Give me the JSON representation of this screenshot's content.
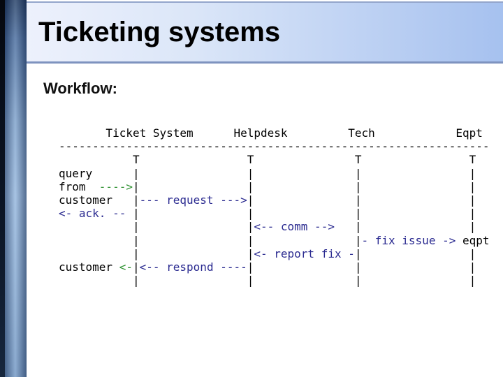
{
  "slide": {
    "title": "Ticketing systems",
    "section_heading": "Workflow:"
  },
  "colors": {
    "arrow_navy": "#2a2a90",
    "arrow_green": "#2f9232",
    "text_black": "#000000",
    "header_blue": "#a6c1ef",
    "bar_blue": "#7ba0cb"
  },
  "diagram": {
    "columns": [
      "Ticket System",
      "Helpdesk",
      "Tech",
      "Eqpt"
    ],
    "lines": [
      [
        {
          "t": "       Ticket System      Helpdesk         Tech            Eqpt",
          "c": "k"
        }
      ],
      [
        {
          "t": "----------------------------------------------------------------",
          "c": "k"
        }
      ],
      [
        {
          "t": "           T                T               T                T",
          "c": "k"
        }
      ],
      [
        {
          "t": "query      |                |               |                |",
          "c": "k"
        }
      ],
      [
        {
          "t": "from  ",
          "c": "k"
        },
        {
          "t": "---->",
          "c": "g"
        },
        {
          "t": "|                |               |                |",
          "c": "k"
        }
      ],
      [
        {
          "t": "customer   |",
          "c": "k"
        },
        {
          "t": "--- request --->",
          "c": "n"
        },
        {
          "t": "|               |                |",
          "c": "k"
        }
      ],
      [
        {
          "t": "<- ack. --",
          "c": "n"
        },
        {
          "t": " |                |               |                |",
          "c": "k"
        }
      ],
      [
        {
          "t": "           |                |",
          "c": "k"
        },
        {
          "t": "<-- comm -->",
          "c": "n"
        },
        {
          "t": "   |                |",
          "c": "k"
        }
      ],
      [
        {
          "t": "           |                |               |",
          "c": "k"
        },
        {
          "t": "- fix issue ->",
          "c": "n"
        },
        {
          "t": " eqpt",
          "c": "k"
        }
      ],
      [
        {
          "t": "           |                |",
          "c": "k"
        },
        {
          "t": "<- report fix -",
          "c": "n"
        },
        {
          "t": "|                |",
          "c": "k"
        }
      ],
      [
        {
          "t": "customer ",
          "c": "k"
        },
        {
          "t": "<-",
          "c": "g"
        },
        {
          "t": "|",
          "c": "k"
        },
        {
          "t": "<-- respond ----",
          "c": "n"
        },
        {
          "t": "|               |                |",
          "c": "k"
        }
      ],
      [
        {
          "t": "           |                |               |                |",
          "c": "k"
        }
      ]
    ]
  }
}
